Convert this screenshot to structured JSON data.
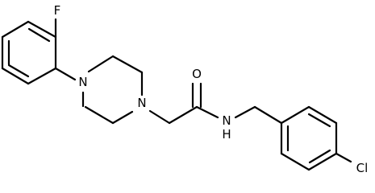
{
  "molecule": {
    "atoms": {
      "fluorine": "F",
      "nitrogen_aryl": "N",
      "nitrogen_alkyl": "N",
      "oxygen": "O",
      "amide_nitrogen": "N",
      "amide_hydrogen": "H",
      "chlorine": "Cl"
    },
    "colors": {
      "bond": "#000000",
      "label": "#000000",
      "background": "#ffffff"
    }
  }
}
